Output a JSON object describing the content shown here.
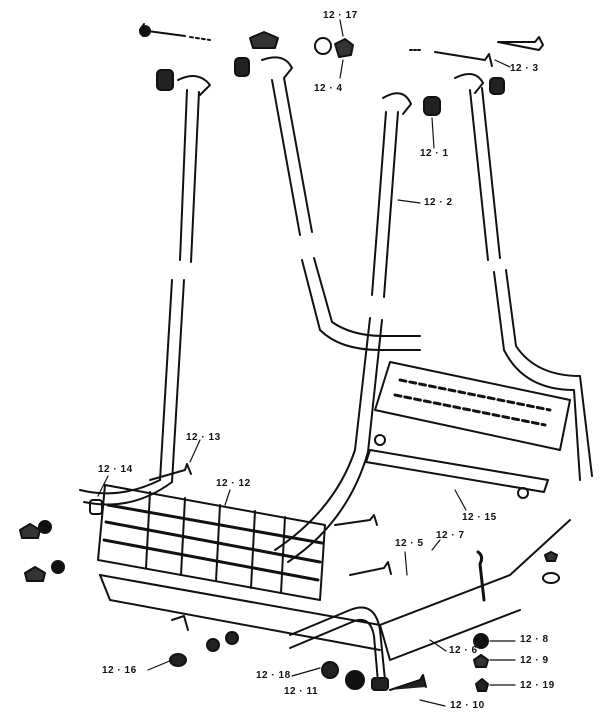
{
  "labels": {
    "p12_1": "12 · 1",
    "p12_2": "12 · 2",
    "p12_3": "12 · 3",
    "p12_4": "12 · 4",
    "p12_5": "12 · 5",
    "p12_6": "12 · 6",
    "p12_7": "12 · 7",
    "p12_8": "12 · 8",
    "p12_9": "12 · 9",
    "p12_10": "12 · 10",
    "p12_11": "12 · 11",
    "p12_12": "12 · 12",
    "p12_13": "12 · 13",
    "p12_14": "12 · 14",
    "p12_15": "12 · 15",
    "p12_16": "12 · 16",
    "p12_17": "12 · 17",
    "p12_18": "12 · 18",
    "p12_19": "12 · 19"
  },
  "colors": {
    "ink": "#111111",
    "paper": "#ffffff"
  }
}
